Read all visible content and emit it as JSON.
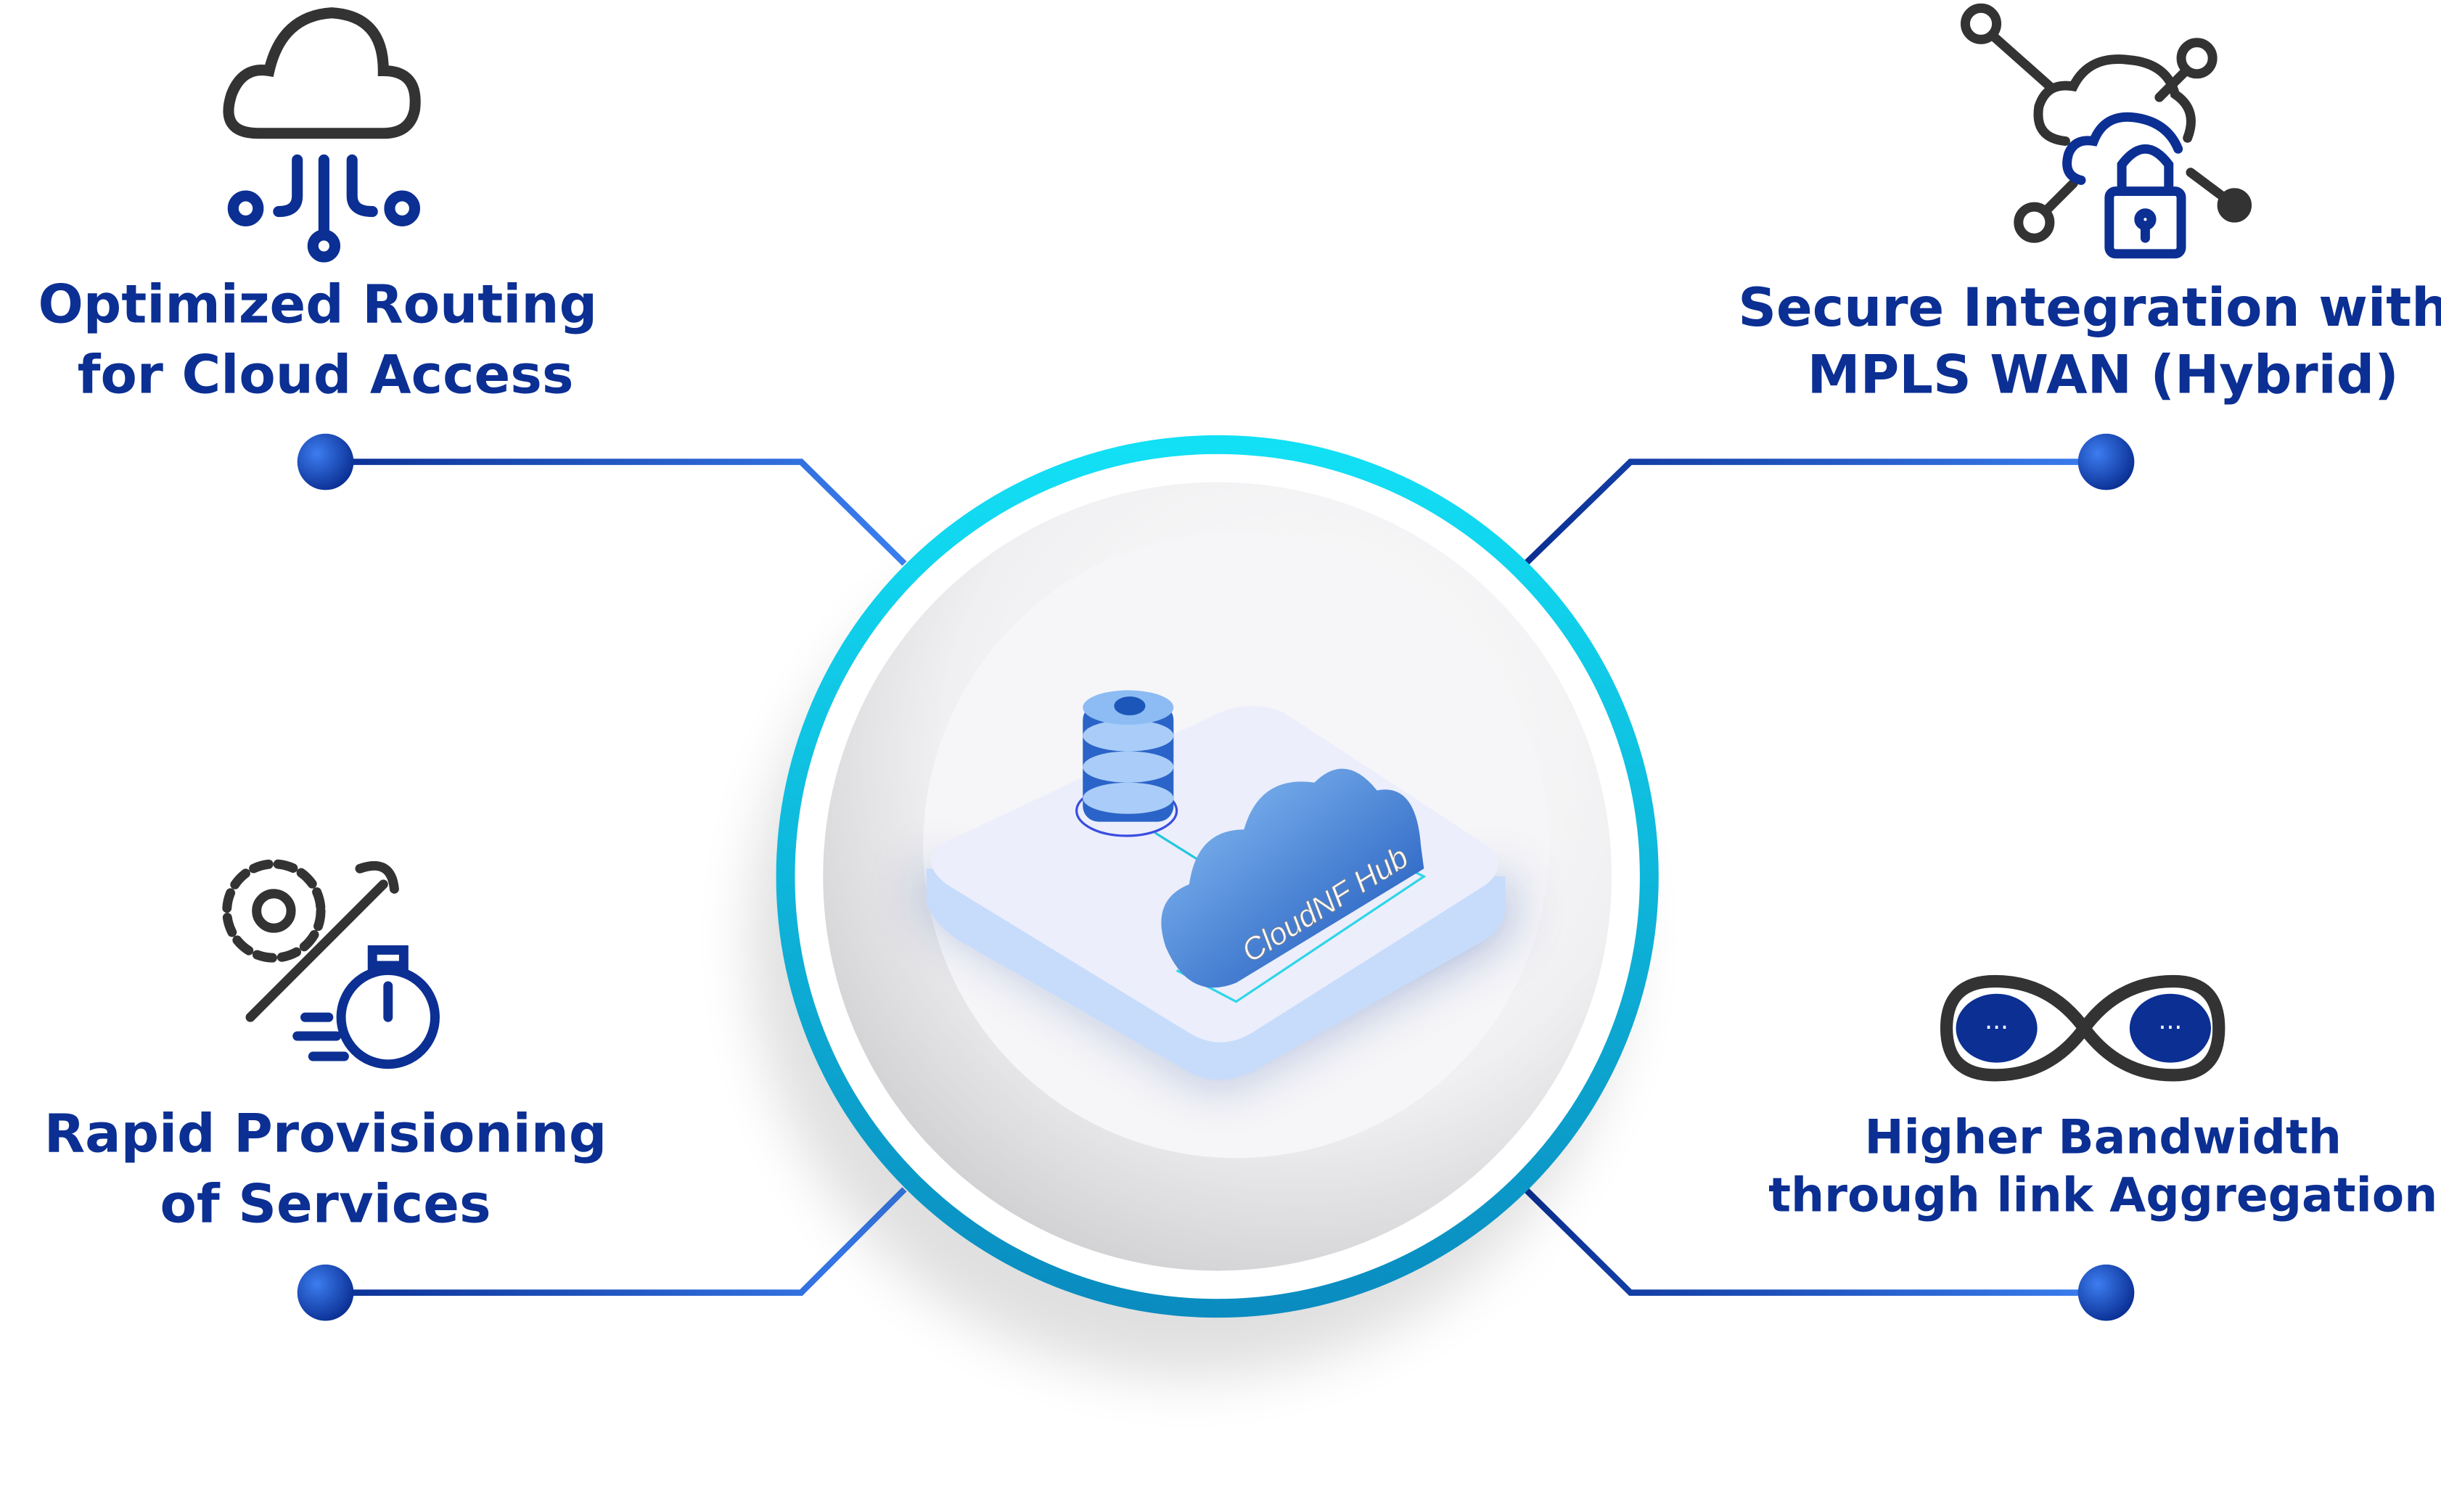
{
  "center": {
    "label": "CloudNF Hub"
  },
  "features": [
    {
      "line1": "Optimized Routing",
      "line2": "for Cloud Access",
      "icon": "cloud-routing-icon"
    },
    {
      "line1": "Secure Integration with",
      "line2": "MPLS WAN (Hybrid)",
      "icon": "cloud-lock-network-icon"
    },
    {
      "line1": "Rapid Provisioning",
      "line2": "of Services",
      "icon": "gear-wrench-stopwatch-icon"
    },
    {
      "line1": "Higher Bandwidth",
      "line2": "through link Aggregation",
      "icon": "infinity-link-icon"
    }
  ],
  "colors": {
    "text": "#0b2f93",
    "accent": "#1f5fd6",
    "ring_start": "#12e0f5",
    "ring_end": "#0a8cc0"
  }
}
